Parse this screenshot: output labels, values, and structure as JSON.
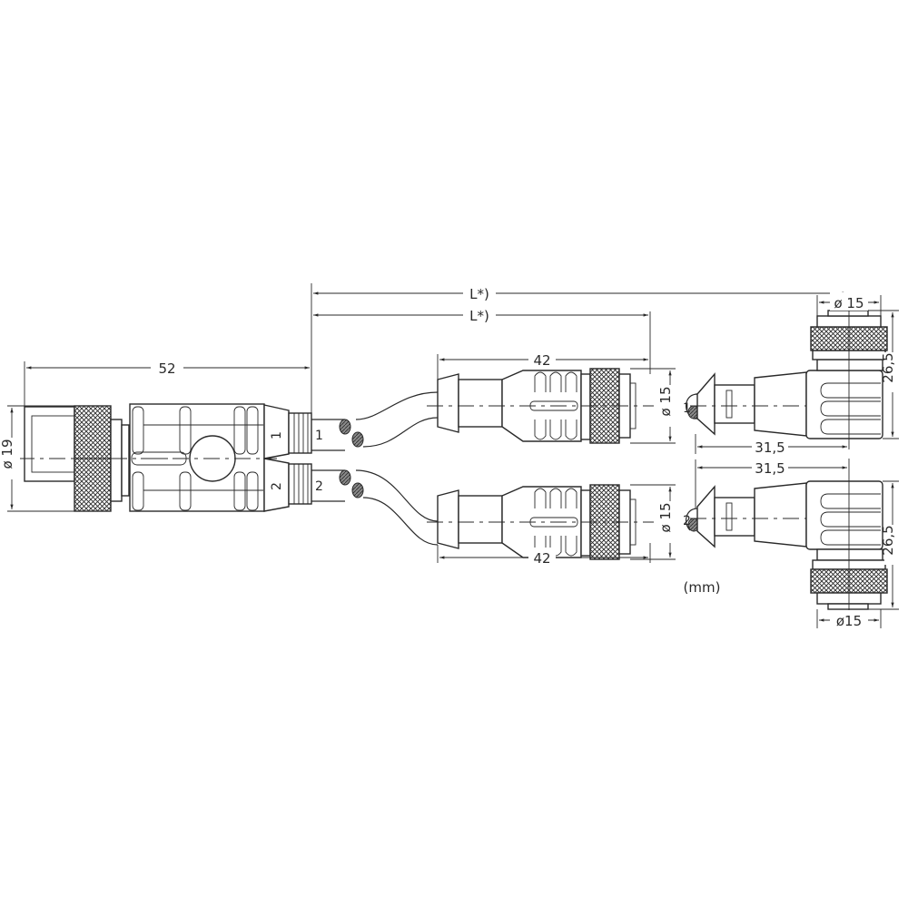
{
  "drawing": {
    "title": "Y-splitter cable assembly dimensional drawing",
    "units_label": "(mm)",
    "colors": {
      "line": "#2a2a2a",
      "background": "#ffffff"
    },
    "dimensions": {
      "splitter_length": "52",
      "splitter_diameter": "ø 19",
      "cable_length_long": "L*)",
      "cable_length_short": "L*)",
      "straight_connector_length_top": "42",
      "straight_connector_length_bottom": "42",
      "straight_connector_diameter_top": "ø 15",
      "straight_connector_diameter_bottom": "ø 15",
      "angled_connector_length_top": "31,5",
      "angled_connector_length_bottom": "31,5",
      "angled_connector_height_top": "26,5",
      "angled_connector_height_bottom": "26,5",
      "angled_connector_diameter_top": "ø 15",
      "angled_connector_diameter_bottom": "ø15"
    },
    "port_labels": {
      "splitter_port_1": "1",
      "splitter_port_2": "2",
      "splitter_out_1": "1",
      "splitter_out_2": "2",
      "branch_1": "1",
      "branch_2": "2"
    }
  }
}
